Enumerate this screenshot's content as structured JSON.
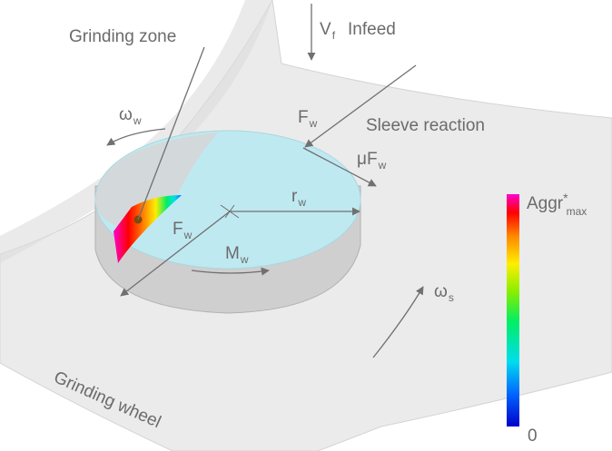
{
  "diagram": {
    "labels": {
      "grinding_zone": "Grinding zone",
      "vf": "V",
      "vf_sub": "f",
      "infeed": "Infeed",
      "sleeve_reaction": "Sleeve reaction",
      "fw_top": "F",
      "fw_top_sub": "w",
      "mu_fw": "μF",
      "mu_fw_sub": "w",
      "rw": "r",
      "rw_sub": "w",
      "fw_left": "F",
      "fw_left_sub": "w",
      "mw": "M",
      "mw_sub": "w",
      "omega_w": "ω",
      "omega_w_sub": "w",
      "omega_s": "ω",
      "omega_s_sub": "s",
      "grinding_wheel": "Grinding wheel"
    },
    "colorbar": {
      "title": "Aggr",
      "title_sup": "*",
      "title_sub": "max",
      "min_label": "0",
      "colors": [
        "#0000cc",
        "#0066ff",
        "#00ddee",
        "#00ee66",
        "#88ee00",
        "#ffee00",
        "#ff8800",
        "#ff0000",
        "#ff00cc"
      ]
    },
    "colors": {
      "workpiece_top": "#bfe9f1",
      "workpiece_side": "#c9c9c9",
      "wheel_surface": "#eaeaea",
      "arrow": "#707070"
    }
  }
}
